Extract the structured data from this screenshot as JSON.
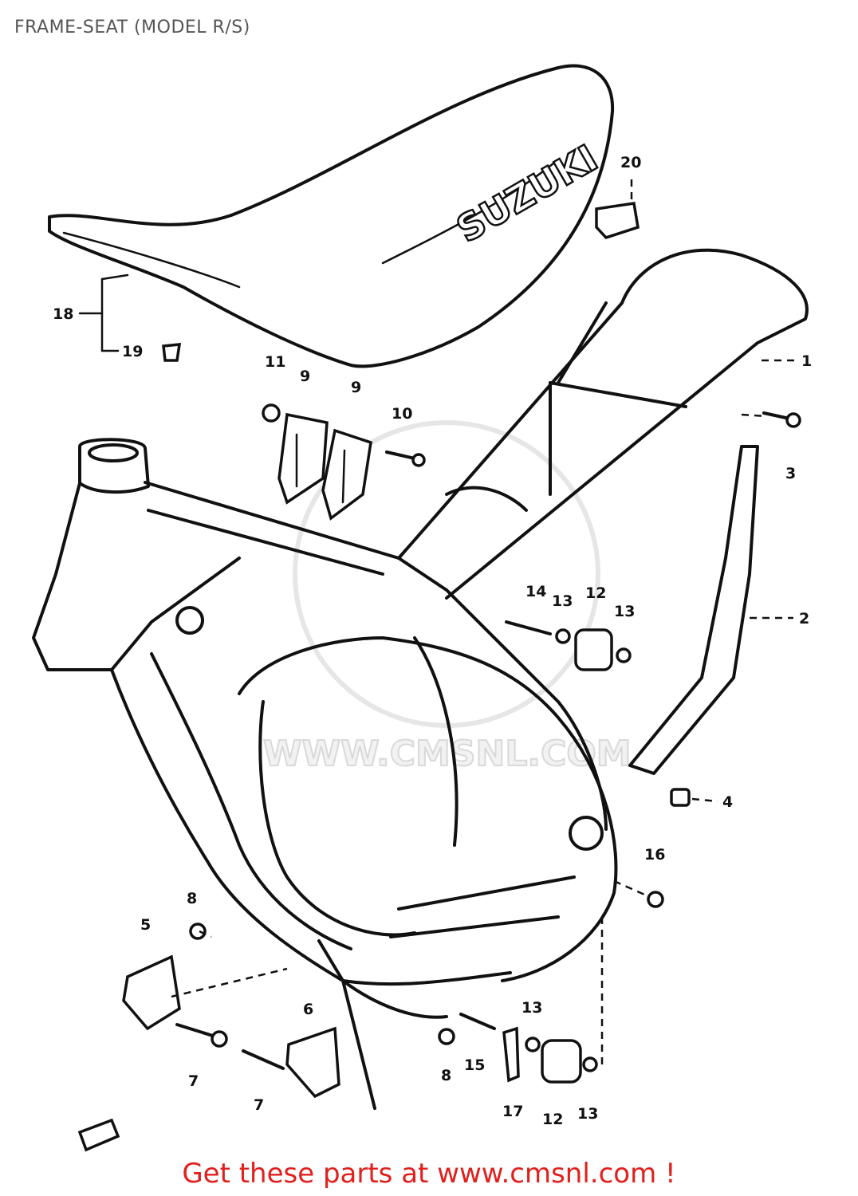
{
  "title": "FRAME-SEAT (MODEL R/S)",
  "footer": "Get these parts at www.cmsnl.com !",
  "brand_text": "SUZUKI",
  "watermark_text": "WWW.CMSNL.COM",
  "colors": {
    "footer": "#e0201c",
    "title": "#555555",
    "line": "#111111"
  },
  "callouts": {
    "c1": "1",
    "c2": "2",
    "c3": "3",
    "c4": "4",
    "c5": "5",
    "c6": "6",
    "c7a": "7",
    "c7b": "7",
    "c8a": "8",
    "c8b": "8",
    "c9a": "9",
    "c9b": "9",
    "c10": "10",
    "c11": "11",
    "c12a": "12",
    "c12b": "12",
    "c13a": "13",
    "c13b": "13",
    "c13c": "13",
    "c13d": "13",
    "c14": "14",
    "c15": "15",
    "c16": "16",
    "c17": "17",
    "c18": "18",
    "c19": "19",
    "c20": "20"
  }
}
